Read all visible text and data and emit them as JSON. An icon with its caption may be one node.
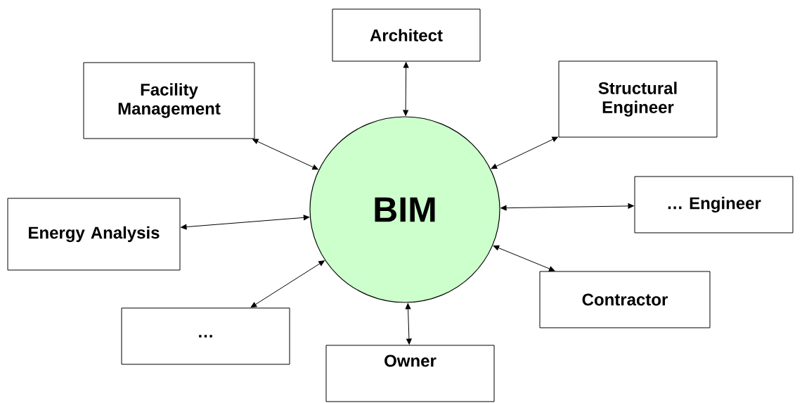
{
  "diagram": {
    "nodes": [
      {
        "text": [
          "BIM"
        ]
      },
      {
        "text": [
          "Architect"
        ]
      },
      {
        "text": [
          "Facility Management"
        ]
      },
      {
        "text": [
          "Structural Engineer"
        ]
      },
      {
        "text": [
          "… Engineer"
        ]
      },
      {
        "text": [
          "Energy Analysis"
        ]
      },
      {
        "text": [
          "Contractor"
        ]
      },
      {
        "text": [
          "…"
        ]
      },
      {
        "text": [
          "Owner"
        ]
      }
    ],
    "edges": [
      {
        "from": 1,
        "to": 0,
        "arrow": "both"
      },
      {
        "from": 2,
        "to": 0,
        "arrow": "both"
      },
      {
        "from": 3,
        "to": 0,
        "arrow": "both"
      },
      {
        "from": 4,
        "to": 0,
        "arrow": "both"
      },
      {
        "from": 5,
        "to": 0,
        "arrow": "both"
      },
      {
        "from": 6,
        "to": 0,
        "arrow": "both"
      },
      {
        "from": 7,
        "to": 0,
        "arrow": "both"
      },
      {
        "from": 8,
        "to": 0,
        "arrow": "both"
      }
    ]
  }
}
